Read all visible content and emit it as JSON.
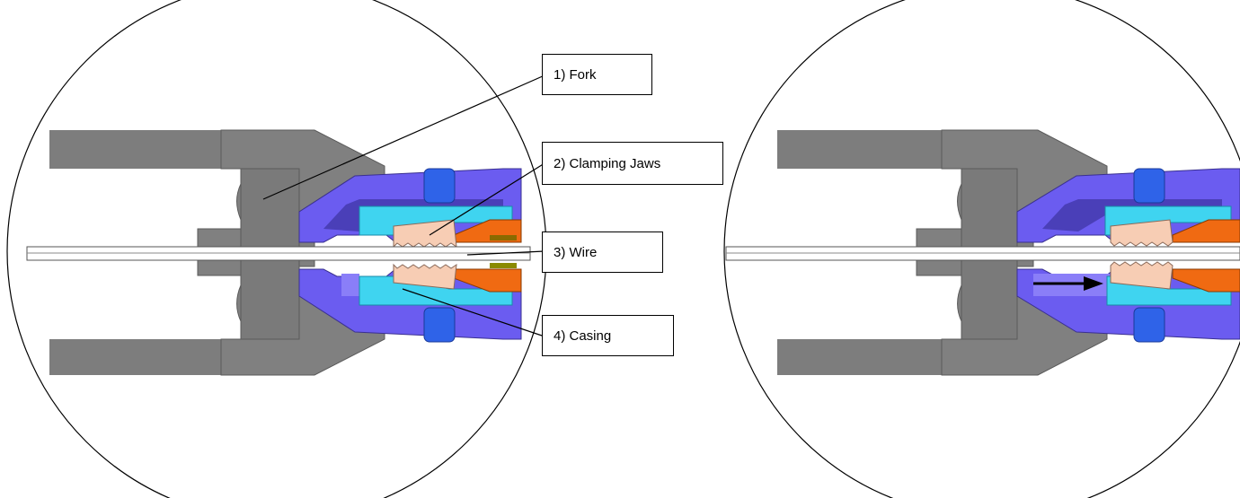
{
  "callouts": {
    "fork": "1) Fork",
    "clamping_jaws": "2) Clamping Jaws",
    "wire": "3) Wire",
    "casing": "4) Casing"
  },
  "colors": {
    "fork": "#7c7c7c",
    "fork_dark": "#5f5f5f",
    "casing": "#6b5cf0",
    "casing_dark": "#4a3fb8",
    "ring": "#2f63e8",
    "jaw_holder": "#3fd4f0",
    "jaws": "#f7cdb4",
    "nut": "#f06a12",
    "wire": "#ffffff",
    "arrow": "#000000"
  },
  "icons": {
    "motion_arrow": "right-arrow-icon"
  }
}
